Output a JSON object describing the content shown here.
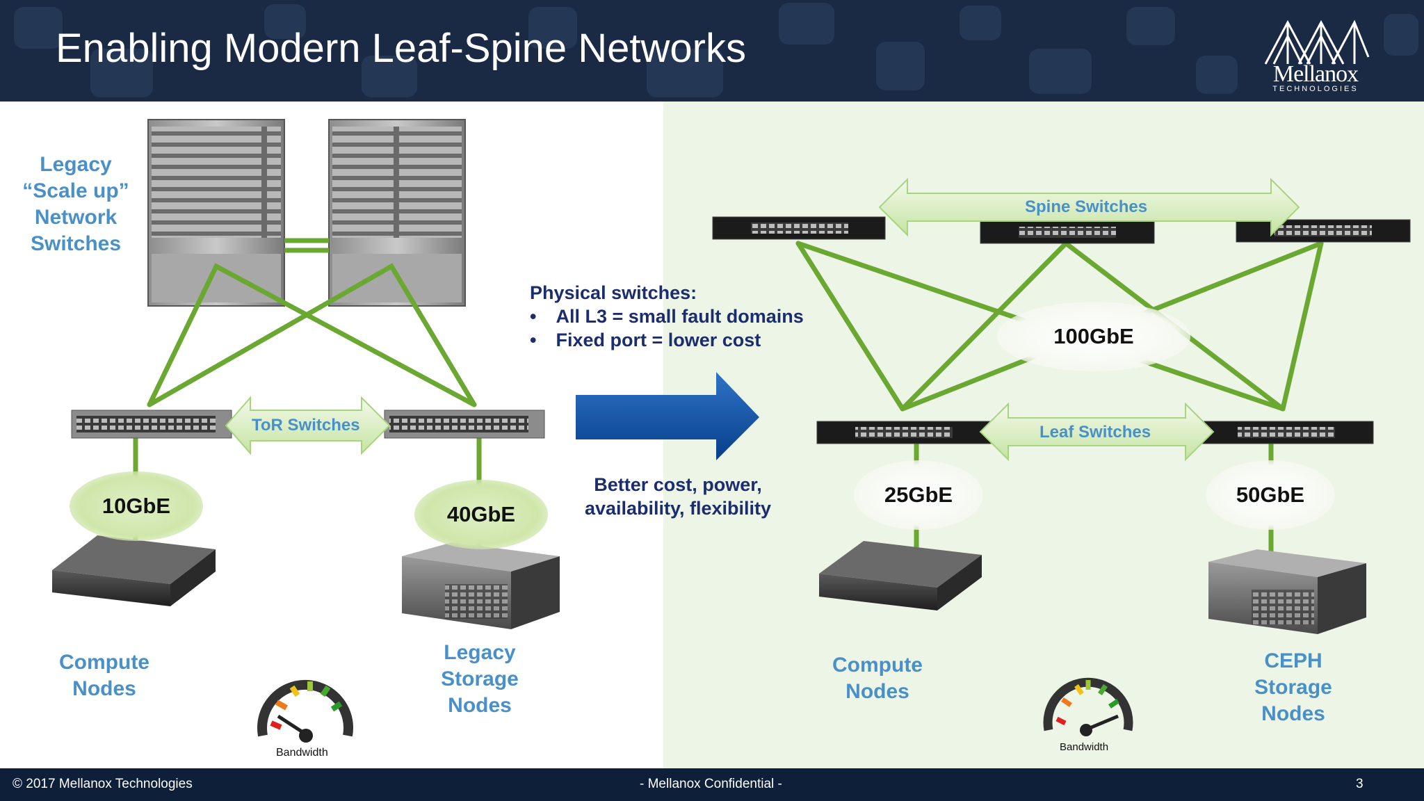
{
  "slide": {
    "title": "Enabling Modern Leaf-Spine Networks",
    "logo": {
      "name": "Mellanox",
      "tagline": "TECHNOLOGIES"
    }
  },
  "left": {
    "legacy_switches_label": [
      "Legacy",
      "“Scale up”",
      "Network",
      "Switches"
    ],
    "tor_label": "ToR Switches",
    "compute_label": [
      "Compute",
      "Nodes"
    ],
    "storage_label": [
      "Legacy",
      "Storage",
      "Nodes"
    ],
    "speed_compute": "10GbE",
    "speed_storage": "40GbE",
    "gauge_label": "Bandwidth"
  },
  "middle": {
    "heading": "Physical switches:",
    "bullets": [
      "All L3 = small fault domains",
      "Fixed port = lower cost"
    ],
    "bullet_glyph": "•",
    "benefit": [
      "Better cost, power,",
      "availability, flexibility"
    ]
  },
  "right": {
    "spine_label": "Spine Switches",
    "leaf_label": "Leaf Switches",
    "uplink_speed": "100GbE",
    "speed_compute": "25GbE",
    "speed_storage": "50GbE",
    "compute_label": [
      "Compute",
      "Nodes"
    ],
    "storage_label": [
      "CEPH",
      "Storage",
      "Nodes"
    ],
    "gauge_label": "Bandwidth"
  },
  "footer": {
    "copyright": "© 2017 Mellanox Technologies",
    "confidential": "- Mellanox Confidential -",
    "page": "3"
  },
  "colors": {
    "link": "#6aa832",
    "label_blue": "#4a90c8",
    "text_navy": "#1b2d6e",
    "arrow_blue": "#0b4fa3",
    "panel_green": "#edf5e6",
    "header_navy": "#1a2a44"
  }
}
